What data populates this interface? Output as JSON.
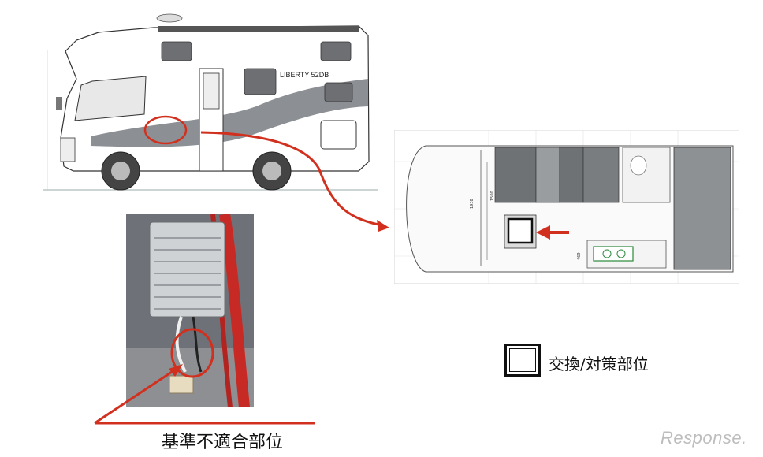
{
  "rv": {
    "brand_badge": "LIBERTY 52DB"
  },
  "floor_plan": {
    "dim_1": "1500",
    "dim_2": "1938",
    "dim_3": "469"
  },
  "legend": {
    "label": "交換/対策部位"
  },
  "photo": {
    "caption": "基準不適合部位"
  },
  "watermark": "Response."
}
